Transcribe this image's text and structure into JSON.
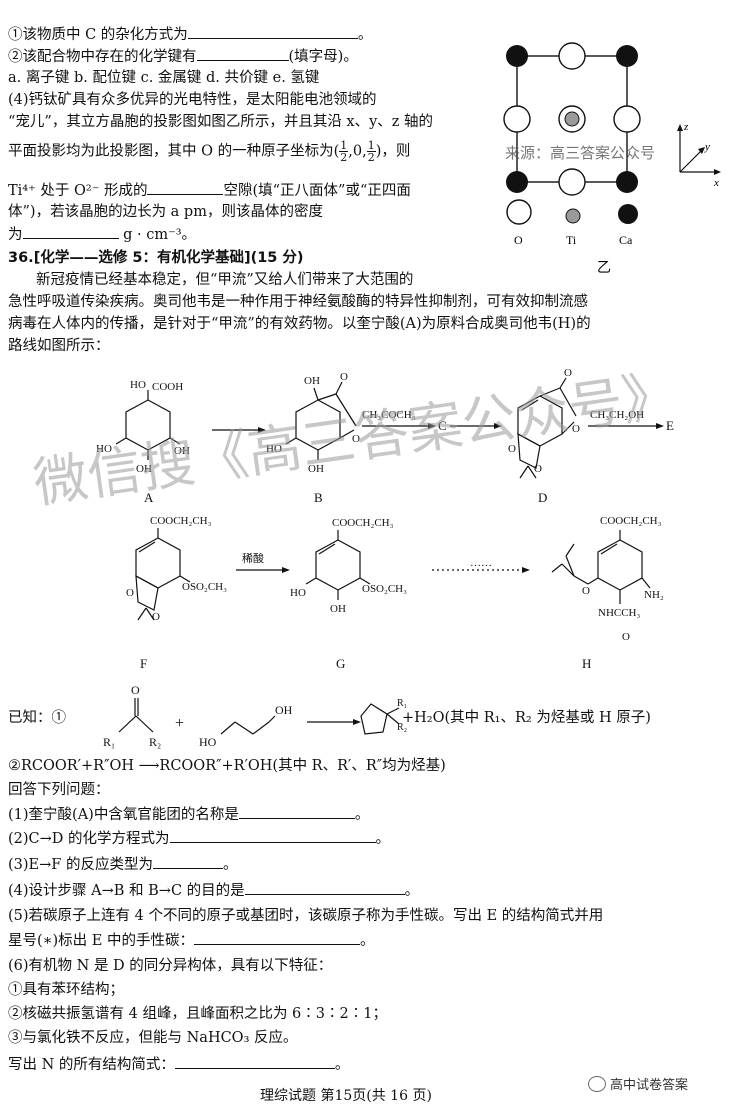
{
  "q35": {
    "l1": "①该物质中 C 的杂化方式为",
    "l1_end": "。",
    "l2": "②该配合物中存在的化学键有",
    "l2_end": "(填字母)。",
    "l3": "a. 离子键   b. 配位键   c. 金属键   d. 共价键   e. 氢键",
    "l4": "(4)钙钛矿具有众多优异的光电特性，是太阳能电池领域的",
    "l5": "“宠儿”，其立方晶胞的投影图如图乙所示，并且其沿 x、y、z 轴的",
    "l6a": "平面投影均为此投影图，其中 O 的一种原子坐标为(",
    "l6_f1n": "1",
    "l6_f1d": "2",
    "l6_mid": ",0,",
    "l6_f2n": "1",
    "l6_f2d": "2",
    "l6b": ")，则",
    "l7a": "Ti⁴⁺ 处于 O²⁻ 形成的",
    "l7b": "空隙(填“正八面体”或“正四面",
    "l8": "体”)，若该晶胞的边长为 a pm，则该晶体的密度",
    "l9a": "为",
    "l9b": "g · cm⁻³。"
  },
  "crystal": {
    "legend_o": "O",
    "legend_ti": "Ti",
    "legend_ca": "Ca",
    "caption": "乙",
    "axis_x": "x",
    "axis_y": "y",
    "axis_z": "z"
  },
  "q36": {
    "header_num": "36.",
    "header": "[化学——选修 5：有机化学基础](15 分)",
    "p1": "新冠疫情已经基本稳定，但“甲流”又给人们带来了大范围的",
    "p2": "急性呼吸道传染疾病。奥司他韦是一种作用于神经氨酸酶的特异性抑制剂，可有效抑制流感",
    "p3": "病毒在人体内的传播，是针对于“甲流”的有效药物。以奎宁酸(A)为原料合成奥司他韦(H)的",
    "p4": "路线如图所示："
  },
  "scheme": {
    "A": "A",
    "B": "B",
    "C": "C",
    "D": "D",
    "E": "E",
    "F": "F",
    "G": "G",
    "H": "H",
    "reagent_BC": "CH₃COCH₃",
    "reagent_DE": "CH₃CH₂OH",
    "reagent_FG": "稀酸",
    "cooh": "COOH",
    "ho": "HO",
    "oh": "OH",
    "o": "O",
    "cooet": "COOCH₂CH₃",
    "oso2": "OSO₂CH₃",
    "nh2": "NH₂",
    "nhac": "NHCCH₃",
    "dots": "……"
  },
  "known": {
    "k1_label": "已知：①",
    "k1_tail": "+H₂O(其中 R₁、R₂ 为烃基或 H 原子)",
    "r1": "R₁",
    "r2": "R₂",
    "plus": "+",
    "k2": "②RCOOR′+R″OH ⟶RCOOR″+R′OH(其中 R、R′、R″均为烃基)"
  },
  "questions": {
    "intro": "回答下列问题：",
    "q1": "(1)奎宁酸(A)中含氧官能团的名称是",
    "q2": "(2)C→D 的化学方程式为",
    "q3": "(3)E→F 的反应类型为",
    "q4": "(4)设计步骤 A→B 和 B→C 的目的是",
    "q5a": "(5)若碳原子上连有 4 个不同的原子或基团时，该碳原子称为手性碳。写出 E 的结构简式并用",
    "q5b": "星号(∗)标出 E 中的手性碳：",
    "q6": "(6)有机物 N 是 D 的同分异构体，具有以下特征：",
    "c1": "①具有苯环结构；",
    "c2": "②核磁共振氢谱有 4 组峰，且峰面积之比为 6∶3∶2∶1；",
    "c3": "③与氯化铁不反应，但能与 NaHCO₃ 反应。",
    "q6end": "写出 N 的所有结构简式：",
    "period": "。"
  },
  "footer": {
    "page": "理综试题   第15页(共 16 页)",
    "wechat": "高中试卷答案"
  },
  "watermarks": {
    "w1": "来源：高三答案公众号",
    "w2": "微信搜《高三答案公众号》"
  }
}
